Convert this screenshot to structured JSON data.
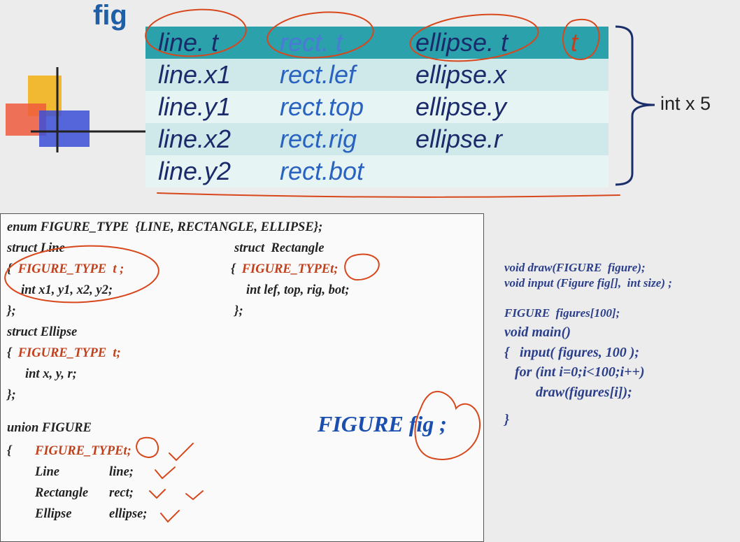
{
  "fig_title": "fig",
  "layout_rows": [
    [
      "line. t",
      "rect. t",
      "ellipse. t",
      "t"
    ],
    [
      "line.x1",
      "rect.lef",
      "ellipse.x",
      ""
    ],
    [
      "line.y1",
      "rect.top",
      "ellipse.y",
      ""
    ],
    [
      "line.x2",
      "rect.rig",
      "ellipse.r",
      ""
    ],
    [
      "line.y2",
      "rect.bot",
      "",
      ""
    ]
  ],
  "brace_label": "int x 5",
  "code": {
    "enum_line": "enum FIGURE_TYPE  {LINE, RECTANGLE, ELLIPSE};",
    "line_struct": "struct Line",
    "brace_open": "{",
    "type_t_sp": "FIGURE_TYPE  t ;",
    "line_fields": "int x1, y1, x2, y2;",
    "brace_close_semi": "};",
    "rect_struct": "struct  Rectangle",
    "type_t": "FIGURE_TYPE",
    "t_semi": "t;",
    "rect_fields": "int lef, top, rig, bot;",
    "ellipse_struct": "struct Ellipse",
    "ellipse_type": "FIGURE_TYPE  t;",
    "ellipse_fields": "int x, y, r;",
    "union_line": "union FIGURE",
    "union_type": "FIGURE_TYPE",
    "m_line_type": "Line",
    "m_line_name": "line;",
    "m_rect_type": "Rectangle",
    "m_rect_name": "rect;",
    "m_ell_type": "Ellipse",
    "m_ell_name": "ellipse;"
  },
  "fig_var": "FIGURE  fig ;",
  "right_code": [
    "void draw(FIGURE  figure);",
    "void input (Figure fig[],  int size) ;",
    "FIGURE  figures[100];",
    "void main()",
    "{   input( figures, 100 );",
    "   for (int i=0;i<100;i++)",
    "         draw(figures[i]);",
    "}"
  ]
}
